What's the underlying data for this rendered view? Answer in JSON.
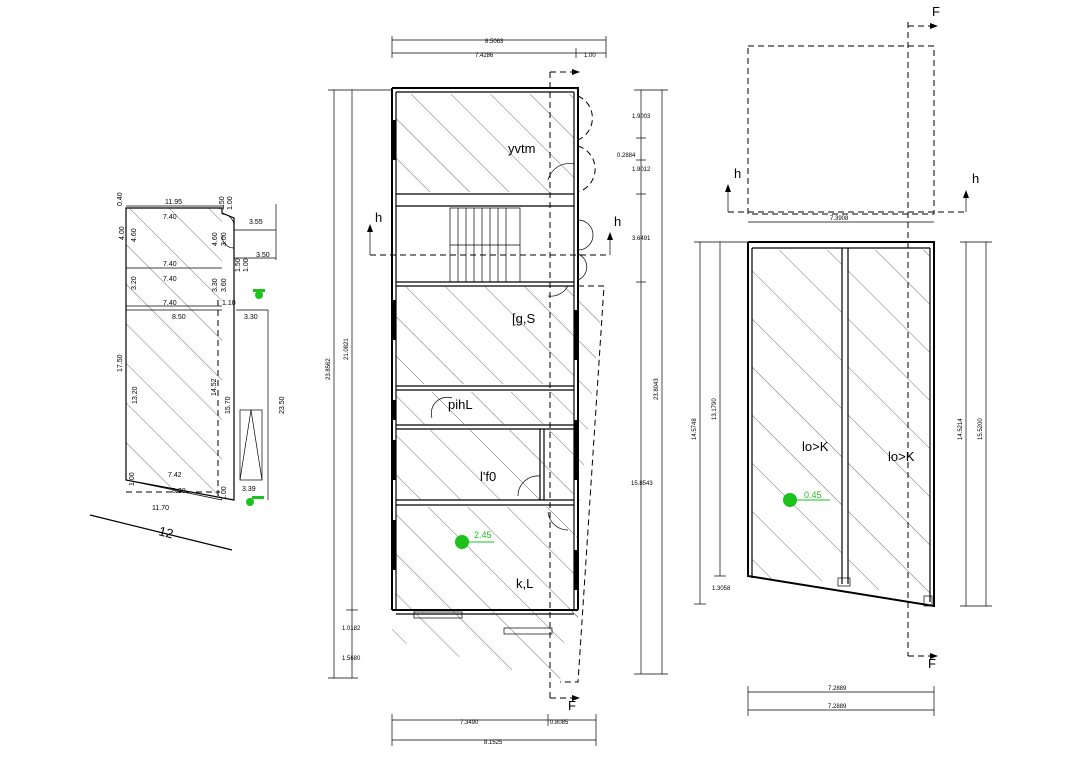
{
  "site_plan": {
    "dims": {
      "d_0_40": "0.40",
      "d_11_95": "11.95",
      "d_1_50": "1.50",
      "d_1_00_a": "1.00",
      "d_7_40_a": "7.40",
      "d_3_55": "3.55",
      "d_4_00": "4.00",
      "d_4_60_a": "4.60",
      "d_4_60_b": "4.60",
      "d_3_00_a": "3.00",
      "d_3_50": "3.50",
      "d_1_50_b": "1.50",
      "d_1_00_b": "1.00",
      "d_7_40_b": "7.40",
      "d_7_40_c": "7.40",
      "d_3_20": "3.20",
      "d_3_30_a": "3.30",
      "d_3_60": "3.60",
      "d_7_40_d": "7.40",
      "d_1_10": "1.10",
      "d_8_50": "8.50",
      "d_3_30_b": "3.30",
      "d_17_50": "17.50",
      "d_13_20": "13.20",
      "d_14_52": "14.52",
      "d_15_70": "15.70",
      "d_23_50": "23.50",
      "d_7_42": "7.42",
      "d_1_00_c": "1.00",
      "d_8_30": "8.30",
      "d_1_00_d": "1.00",
      "d_3_39": "3.39",
      "d_11_70": "11.70",
      "d_12": "12"
    }
  },
  "floor_plan": {
    "top_dim_1": "8.5063",
    "top_dim_2": "7.4286",
    "top_dim_3": "1.00",
    "left_dim_outer": "23.8562",
    "left_dim_inner": "21.0821",
    "left_dim_b1": "1.0182",
    "left_dim_b2": "1.5680",
    "right_dim_outer": "23.8043",
    "right_dim_1": "1.9003",
    "right_dim_2": "0.2884",
    "right_dim_3": "1.9012",
    "right_dim_4": "3.6491",
    "right_dim_5": "15.8543",
    "bottom_dim_1": "7.3490",
    "bottom_dim_2": "0.8085",
    "bottom_dim_3": "8.1525",
    "room_labels": [
      "yvtm",
      "[g,S",
      "pihL",
      "l'f0",
      "k,L"
    ],
    "level_mark": "2.45",
    "section_h_left": "h",
    "section_h_right": "h",
    "section_f": "F"
  },
  "section_plan": {
    "top_f": "F",
    "bottom_f": "F",
    "h_left": "h",
    "h_right": "h",
    "top_width": "7.3908",
    "left_dim_outer": "14.5748",
    "left_dim_inner": "13.1790",
    "left_dim_small": "1.3058",
    "right_dim_outer": "14.5214",
    "right_dim_inner": "15.5200",
    "room_labels": [
      "lo>K",
      "lo>K"
    ],
    "level_mark": "0.45",
    "bottom_dim_1": "7.2889",
    "bottom_dim_2": "7.2889"
  },
  "colors": {
    "line": "#000000",
    "level_marker": "#1ec21e",
    "background": "#ffffff"
  }
}
